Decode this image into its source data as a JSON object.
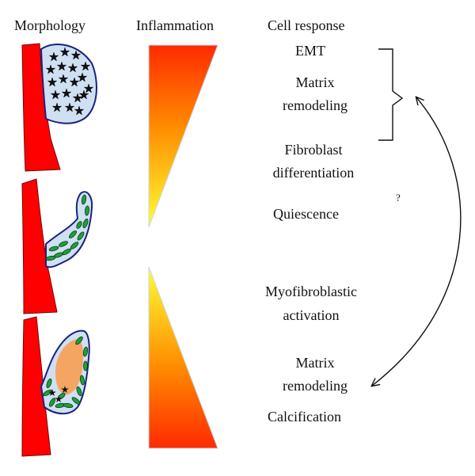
{
  "headers": {
    "morphology": "Morphology",
    "inflammation": "Inflammation",
    "cell_response": "Cell response"
  },
  "responses": {
    "emt": "EMT",
    "matrix_remodeling_1_l1": "Matrix",
    "matrix_remodeling_1_l2": "remodeling",
    "fibroblast_l1": "Fibroblast",
    "fibroblast_l2": "differentiation",
    "quiescence": "Quiescence",
    "myofibroblastic_l1": "Myofibroblastic",
    "myofibroblastic_l2": "activation",
    "matrix_remodeling_2_l1": "Matrix",
    "matrix_remodeling_2_l2": "remodeling",
    "calcification": "Calcification"
  },
  "question_mark": "?",
  "colors": {
    "valve_base": "#ff0000",
    "gradient_high": "#ff2a00",
    "gradient_mid": "#ffa500",
    "gradient_low": "#ffff33",
    "leaflet_fill": "#cfe0f2",
    "leaflet_outline": "#1a237e",
    "cell_green": "#1f9e3a",
    "calcification": "#f5a15a"
  }
}
